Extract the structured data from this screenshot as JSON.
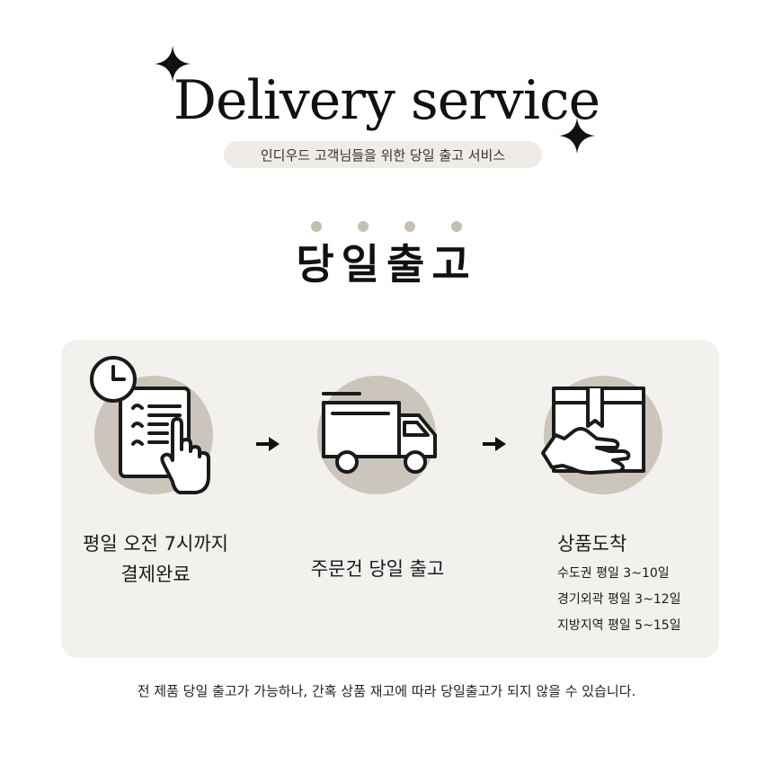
{
  "header": {
    "title": "Delivery service",
    "subtitle": "인디우드 고객님들을 위한 당일 출고 서비스"
  },
  "section": {
    "heading": "당일출고"
  },
  "steps": [
    {
      "icon": "checklist-clock-icon",
      "line1": "평일 오전 7시까지",
      "line2": "결제완료"
    },
    {
      "icon": "delivery-truck-icon",
      "line1": "주문건 당일 출고"
    },
    {
      "icon": "package-hand-icon",
      "title": "상품도착",
      "details": [
        "수도권 평일 3~10일",
        "경기외곽 평일 3~12일",
        "지방지역 평일 5~15일"
      ]
    }
  ],
  "footer": {
    "note": "전 제품 당일 출고가 가능하나, 간혹 상품 재고에 따라 당일출고가 되지 않을 수 있습니다."
  },
  "colors": {
    "panel": "#f3f1ed",
    "circle": "#cbc5bc",
    "dot": "#c5beb3",
    "pill": "#efece7"
  }
}
